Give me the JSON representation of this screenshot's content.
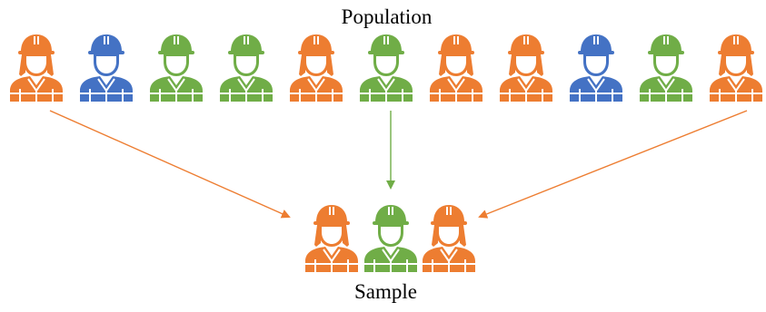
{
  "labels": {
    "population": "Population",
    "sample": "Sample"
  },
  "colors": {
    "orange": "#ED7D31",
    "blue": "#4472C4",
    "green": "#70AD47"
  },
  "population": [
    {
      "kind": "female",
      "color": "orange",
      "selected": true
    },
    {
      "kind": "male",
      "color": "blue",
      "selected": false
    },
    {
      "kind": "male",
      "color": "green",
      "selected": false
    },
    {
      "kind": "male",
      "color": "green",
      "selected": false
    },
    {
      "kind": "female",
      "color": "orange",
      "selected": false
    },
    {
      "kind": "male",
      "color": "green",
      "selected": true
    },
    {
      "kind": "female",
      "color": "orange",
      "selected": false
    },
    {
      "kind": "female",
      "color": "orange",
      "selected": false
    },
    {
      "kind": "male",
      "color": "blue",
      "selected": false
    },
    {
      "kind": "male",
      "color": "green",
      "selected": false
    },
    {
      "kind": "female",
      "color": "orange",
      "selected": true
    }
  ],
  "sample": [
    {
      "kind": "female",
      "color": "orange"
    },
    {
      "kind": "male",
      "color": "green"
    },
    {
      "kind": "female",
      "color": "orange"
    }
  ]
}
